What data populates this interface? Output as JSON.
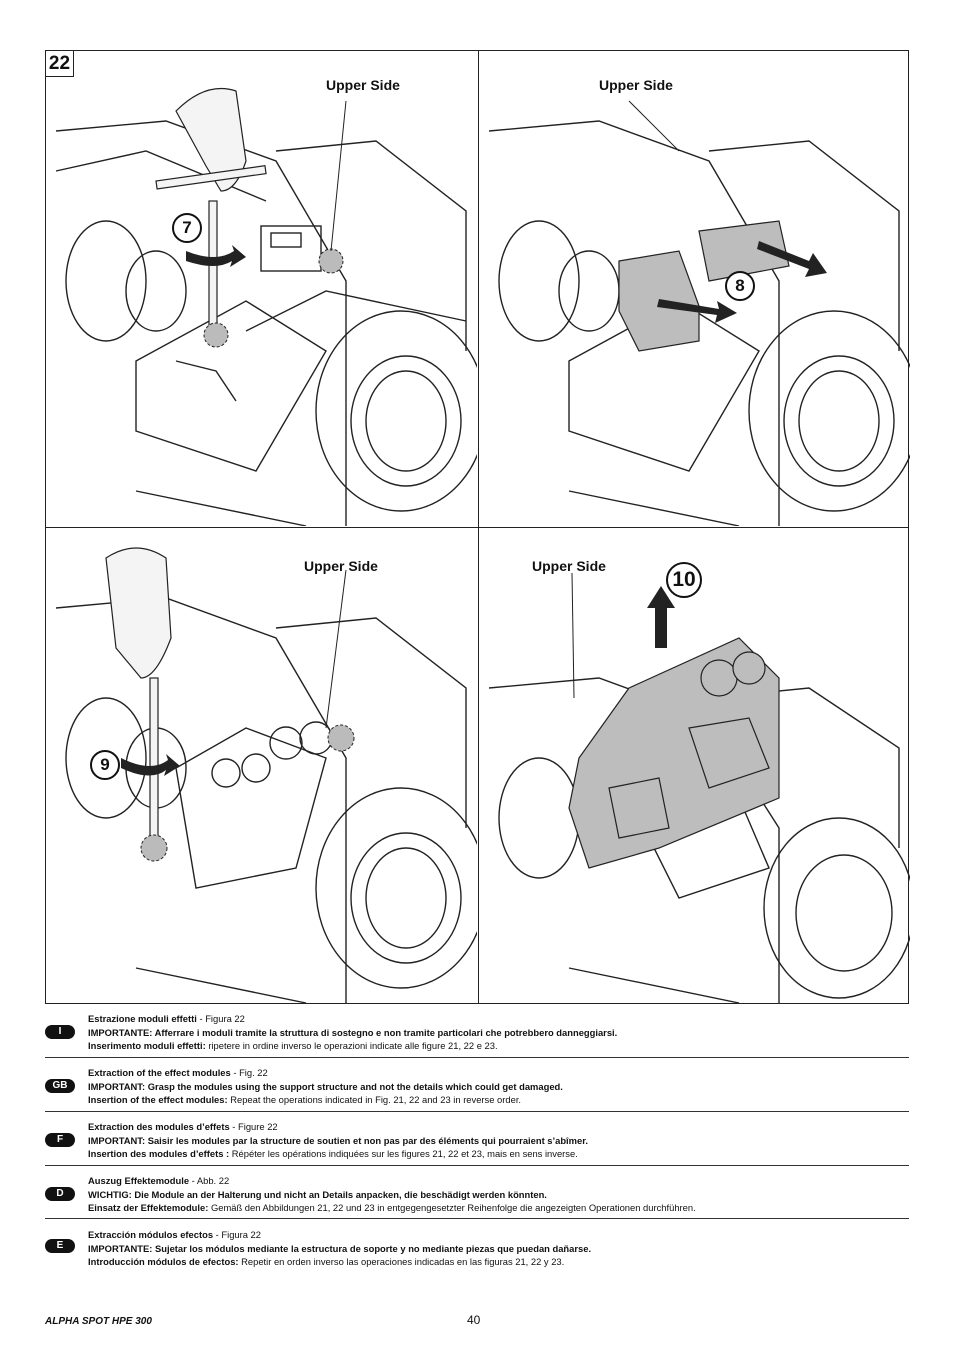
{
  "figure": {
    "number": "22",
    "panels": [
      {
        "label": "Upper Side",
        "step": "7"
      },
      {
        "label": "Upper Side",
        "step": "8"
      },
      {
        "label": "Upper Side",
        "step": "9"
      },
      {
        "label": "Upper Side",
        "step": "10"
      }
    ]
  },
  "languages": [
    {
      "code": "I",
      "title": "Estrazione moduli effetti",
      "title_ref": " - Figura 22",
      "important": "IMPORTANTE: Afferrare i moduli tramite la struttura di sostegno e non tramite particolari che potrebbero danneggiarsi.",
      "insert_label": "Inserimento moduli effetti:",
      "insert_text": " ripetere in ordine inverso le operazioni indicate alle figure 21, 22 e 23."
    },
    {
      "code": "GB",
      "title": "Extraction of the effect modules",
      "title_ref": " - Fig. 22",
      "important": "IMPORTANT: Grasp the modules using the support structure and not the details which could get damaged.",
      "insert_label": "Insertion of the effect modules:",
      "insert_text": " Repeat the operations indicated in Fig. 21, 22 and 23 in reverse order."
    },
    {
      "code": "F",
      "title": "Extraction des modules d’effets",
      "title_ref": " - Figure 22",
      "important": "IMPORTANT: Saisir les modules par la structure de soutien et non pas par des éléments qui pourraient s’abîmer.",
      "insert_label": "Insertion des modules d’effets :",
      "insert_text": " Répéter les opérations indiquées sur les figures 21, 22 et 23, mais en sens inverse."
    },
    {
      "code": "D",
      "title": "Auszug Effektemodule",
      "title_ref": " - Abb. 22",
      "important": "WICHTIG: Die Module an der Halterung und nicht an Details anpacken, die beschädigt werden könnten.",
      "insert_label": "Einsatz der Effektemodule:",
      "insert_text": " Gemäß den Abbildungen 21, 22 und 23 in entgegengesetzter Reihenfolge die angezeigten Operationen durchführen."
    },
    {
      "code": "E",
      "title": "Extracción módulos efectos",
      "title_ref": " - Figura 22",
      "important": "IMPORTANTE: Sujetar los módulos mediante la estructura de soporte y no mediante piezas que puedan dañarse.",
      "insert_label": "Introducción módulos de efectos:",
      "insert_text": " Repetir en orden inverso las operaciones indicadas en las figuras 21, 22 y 23."
    }
  ],
  "footer": {
    "model": "ALPHA SPOT HPE 300",
    "page": "40"
  }
}
